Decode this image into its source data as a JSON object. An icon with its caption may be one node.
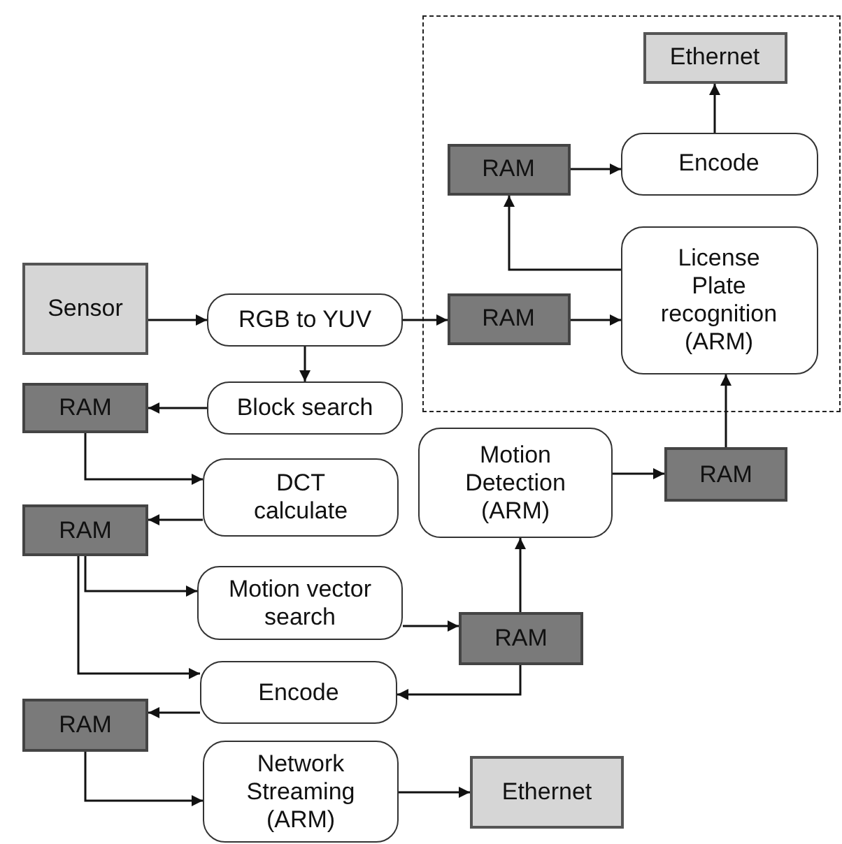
{
  "diagram": {
    "nodes": [
      {
        "text": [],
        "shape": "box"
      },
      {
        "text": [
          "Ethernet"
        ],
        "in": 0
      },
      {
        "text": [
          "RAM"
        ],
        "in": 0
      },
      {
        "text": [
          "Encode"
        ],
        "in": 0
      },
      {
        "text": [
          "RAM"
        ],
        "in": 0
      },
      {
        "text": [
          "License Plate recognition (ARM)"
        ],
        "in": 0
      },
      {
        "text": [
          "Sensor"
        ]
      },
      {
        "text": [
          "RGB to YUV"
        ]
      },
      {
        "text": [
          "RAM"
        ]
      },
      {
        "text": [
          "Block search"
        ]
      },
      {
        "text": [
          "DCT calculate"
        ]
      },
      {
        "text": [
          "Motion Detection (ARM)"
        ]
      },
      {
        "text": [
          "RAM"
        ]
      },
      {
        "text": [
          "RAM"
        ]
      },
      {
        "text": [
          "Motion vector search"
        ]
      },
      {
        "text": [
          "RAM"
        ]
      },
      {
        "text": [
          "Encode"
        ]
      },
      {
        "text": [
          "RAM"
        ]
      },
      {
        "text": [
          "Network Streaming (ARM)"
        ]
      },
      {
        "text": [
          "Ethernet"
        ]
      }
    ],
    "edges": [
      {
        "from": 6,
        "to": 7,
        "arrow": "to"
      },
      {
        "from": 7,
        "to": 4,
        "arrow": "to"
      },
      {
        "from": 7,
        "to": 9,
        "arrow": "to"
      },
      {
        "from": 9,
        "to": 8,
        "arrow": "to"
      },
      {
        "from": 8,
        "to": 10,
        "arrow": "to"
      },
      {
        "from": 10,
        "to": 13,
        "arrow": "to"
      },
      {
        "from": 13,
        "to": 14,
        "arrow": "to"
      },
      {
        "from": 13,
        "to": 16,
        "arrow": "to"
      },
      {
        "from": 14,
        "to": 15,
        "arrow": "to"
      },
      {
        "from": 15,
        "to": 11,
        "arrow": "to"
      },
      {
        "from": 15,
        "to": 16,
        "arrow": "to"
      },
      {
        "from": 16,
        "to": 17,
        "arrow": "to"
      },
      {
        "from": 17,
        "to": 18,
        "arrow": "to"
      },
      {
        "from": 18,
        "to": 19,
        "arrow": "to"
      },
      {
        "from": 11,
        "to": 12,
        "arrow": "to"
      },
      {
        "from": 12,
        "to": 5,
        "arrow": "to"
      },
      {
        "from": 4,
        "to": 5,
        "arrow": "to"
      },
      {
        "from": 5,
        "to": 2,
        "arrow": "to"
      },
      {
        "from": 2,
        "to": 3,
        "arrow": "to"
      },
      {
        "from": 3,
        "to": 1,
        "arrow": "to"
      }
    ]
  }
}
